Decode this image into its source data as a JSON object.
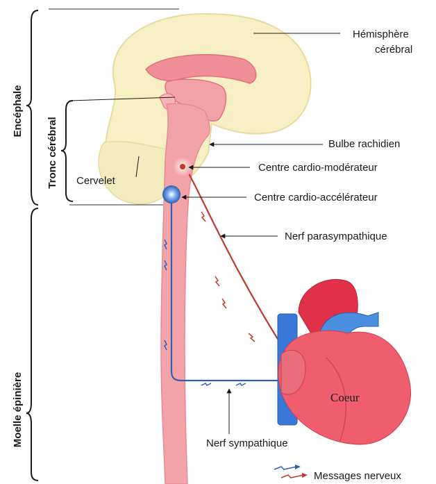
{
  "labels": {
    "hemisphere_line1": "Hémisphère",
    "hemisphere_line2": "cérébral",
    "bulbe": "Bulbe rachidien",
    "centre_moderateur": "Centre cardio-modérateur",
    "centre_accelerateur": "Centre cardio-accélérateur",
    "nerf_para": "Nerf parasympathique",
    "cervelet": "Cervelet",
    "coeur": "Coeur",
    "nerf_sym": "Nerf sympathique",
    "legend": "Messages nerveux"
  },
  "brackets": {
    "encephale": "Encéphale",
    "tronc": "Tronc cérébral",
    "moelle": "Moelle épinière"
  },
  "colors": {
    "brain": "#f7f0c4",
    "brain_outline": "#e6dca0",
    "tissue": "#f3a3a8",
    "tissue_dark": "#e46f7a",
    "parasympathetic": "#c0392b",
    "sympathetic": "#2d5fb4",
    "heart": "#e65c6c",
    "vessel_red": "#e0304a",
    "vessel_blue": "#4a8ee0"
  }
}
